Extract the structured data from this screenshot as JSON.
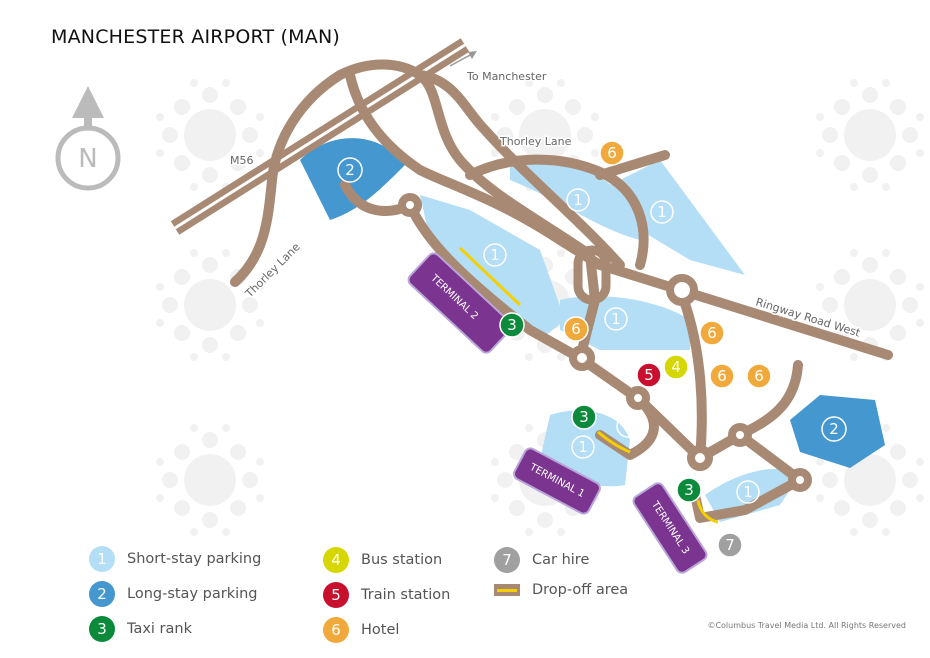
{
  "title": "MANCHESTER AIRPORT (MAN)",
  "watermark": [
    "Columbus",
    "Travel",
    "Media"
  ],
  "compass": "N",
  "road_labels": {
    "m56": "M56",
    "to_manchester": "To Manchester",
    "thorley_lane_top": "Thorley Lane",
    "thorley_lane_left": "Thorley Lane",
    "ringway": "Ringway Road West"
  },
  "terminals": [
    "TERMINAL 1",
    "TERMINAL 2",
    "TERMINAL 3"
  ],
  "legend": [
    {
      "number": "1",
      "label": "Short-stay parking",
      "color": "#b3def5"
    },
    {
      "number": "2",
      "label": "Long-stay parking",
      "color": "#4597d0"
    },
    {
      "number": "3",
      "label": "Taxi rank",
      "color": "#0a8a3a"
    },
    {
      "number": "4",
      "label": "Bus station",
      "color": "#d6d600"
    },
    {
      "number": "5",
      "label": "Train station",
      "color": "#c8102e"
    },
    {
      "number": "6",
      "label": "Hotel",
      "color": "#f2a93b"
    },
    {
      "number": "7",
      "label": "Car hire",
      "color": "#a0a0a0"
    },
    {
      "number": "",
      "label": "Drop-off area",
      "color": "#a88a74"
    }
  ],
  "copyright": "©Columbus Travel Media Ltd. All Rights Reserved"
}
